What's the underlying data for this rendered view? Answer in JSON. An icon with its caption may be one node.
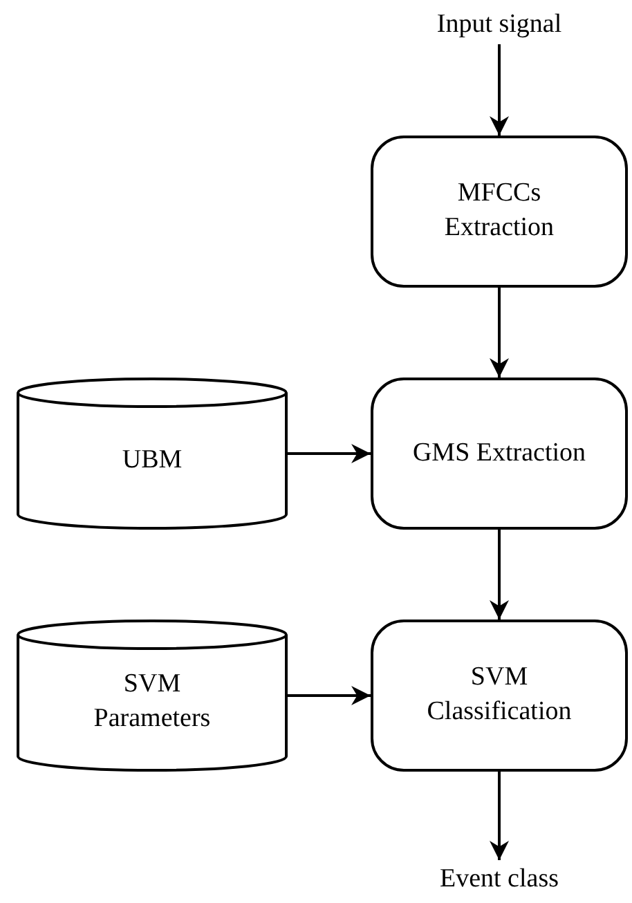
{
  "diagram": {
    "nodes": [
      {
        "text": [
          "Input signal"
        ]
      },
      {
        "text": [
          "MFCCs Extraction"
        ]
      },
      {
        "text": [
          "UBM"
        ]
      },
      {
        "text": [
          "GMS Extraction"
        ]
      },
      {
        "text": [
          "SVM Parameters"
        ]
      },
      {
        "text": [
          "SVM Classification"
        ]
      },
      {
        "text": [
          "Event class"
        ]
      }
    ],
    "edges": [
      {
        "from": 0,
        "to": 1,
        "arrow": "to"
      },
      {
        "from": 1,
        "to": 3,
        "arrow": "to"
      },
      {
        "from": 2,
        "to": 3,
        "arrow": "to"
      },
      {
        "from": 3,
        "to": 5,
        "arrow": "to"
      },
      {
        "from": 4,
        "to": 5,
        "arrow": "to"
      },
      {
        "from": 5,
        "to": 6,
        "arrow": "to"
      }
    ]
  }
}
